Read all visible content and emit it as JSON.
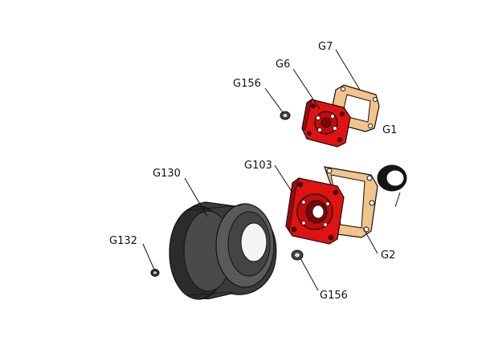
{
  "colors": {
    "cover_red": "#e01212",
    "cover_dark": "#9c0a0a",
    "gasket_tan": "#f2c38a",
    "housing_dark": "#3a3a3a",
    "housing_mid": "#5a5a5a",
    "outline": "#111111"
  },
  "labels": {
    "g7": "G7",
    "g6": "G6",
    "g156_top": "G156",
    "g1": "G1",
    "g103": "G103",
    "g130": "G130",
    "g132": "G132",
    "g2": "G2",
    "g156_bottom": "G156"
  }
}
